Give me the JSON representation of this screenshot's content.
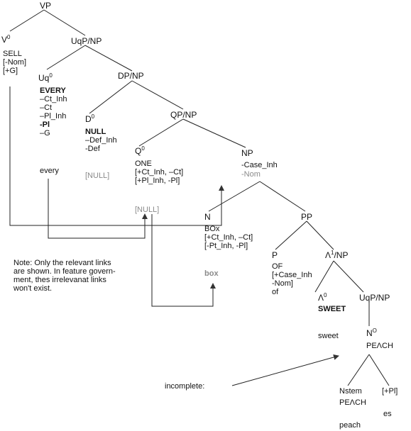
{
  "nodes": {
    "vp": "VP",
    "v0": {
      "cat": "V",
      "sup": "0"
    },
    "uqp_np": "UqP/NP",
    "sell": [
      "SELL",
      "[-Nom]",
      "[+G]"
    ],
    "uq0": {
      "cat": "Uq",
      "sup": "0"
    },
    "every_feats": [
      "EVERY",
      "–Ct_Inh",
      "–Ct",
      "–Pl_Inh",
      "-Pl",
      "–G"
    ],
    "every": "every",
    "dp_np": "DP/NP",
    "d0": {
      "cat": "D",
      "sup": "0"
    },
    "null_feats": [
      "NULL",
      "–Def_Inh",
      "-Def"
    ],
    "null_d": "[NULL]",
    "qp_np": "QP/NP",
    "q0": {
      "cat": "Q",
      "sup": "0"
    },
    "one_feats": [
      "ONE",
      "[+Ct_Inh, –Ct]",
      "[+Pl_Inh, -Pl]"
    ],
    "null_q": "[NULL]",
    "np": "NP",
    "case_inh": "-Case_Inh",
    "nom": "-Nom",
    "n": "N",
    "box_feats": [
      "BOx",
      "[+Ct_Inh, –Ct]",
      "[-Pt_Inh, -Pl]"
    ],
    "box": "box",
    "pp": "PP",
    "p": "P",
    "of_feats": [
      "OF",
      "[+Case_Inh",
      "-Nom]",
      "of"
    ],
    "lambda1_np": {
      "cat": "Λ",
      "sup": "1",
      "rest": "/NP"
    },
    "lambda0": {
      "cat": "Λ",
      "sup": "0"
    },
    "sweet_cap": "SWEET",
    "sweet": "sweet",
    "uqp_np2": "UqP/NP",
    "n0": {
      "cat": "N",
      "sup": "O"
    },
    "peach_cap": "PEΛCH",
    "nstem": "Nstem",
    "peach_cap2": "PEΛCH",
    "peach": "peach",
    "plus_pl": "[+Pl]",
    "es": "es"
  },
  "note": {
    "lines": [
      "Note: Only the relevant links",
      "are shown. In feature govern-",
      "ment, thes irrelevanat links",
      "won't exist."
    ]
  },
  "incomplete": "incomplete:"
}
